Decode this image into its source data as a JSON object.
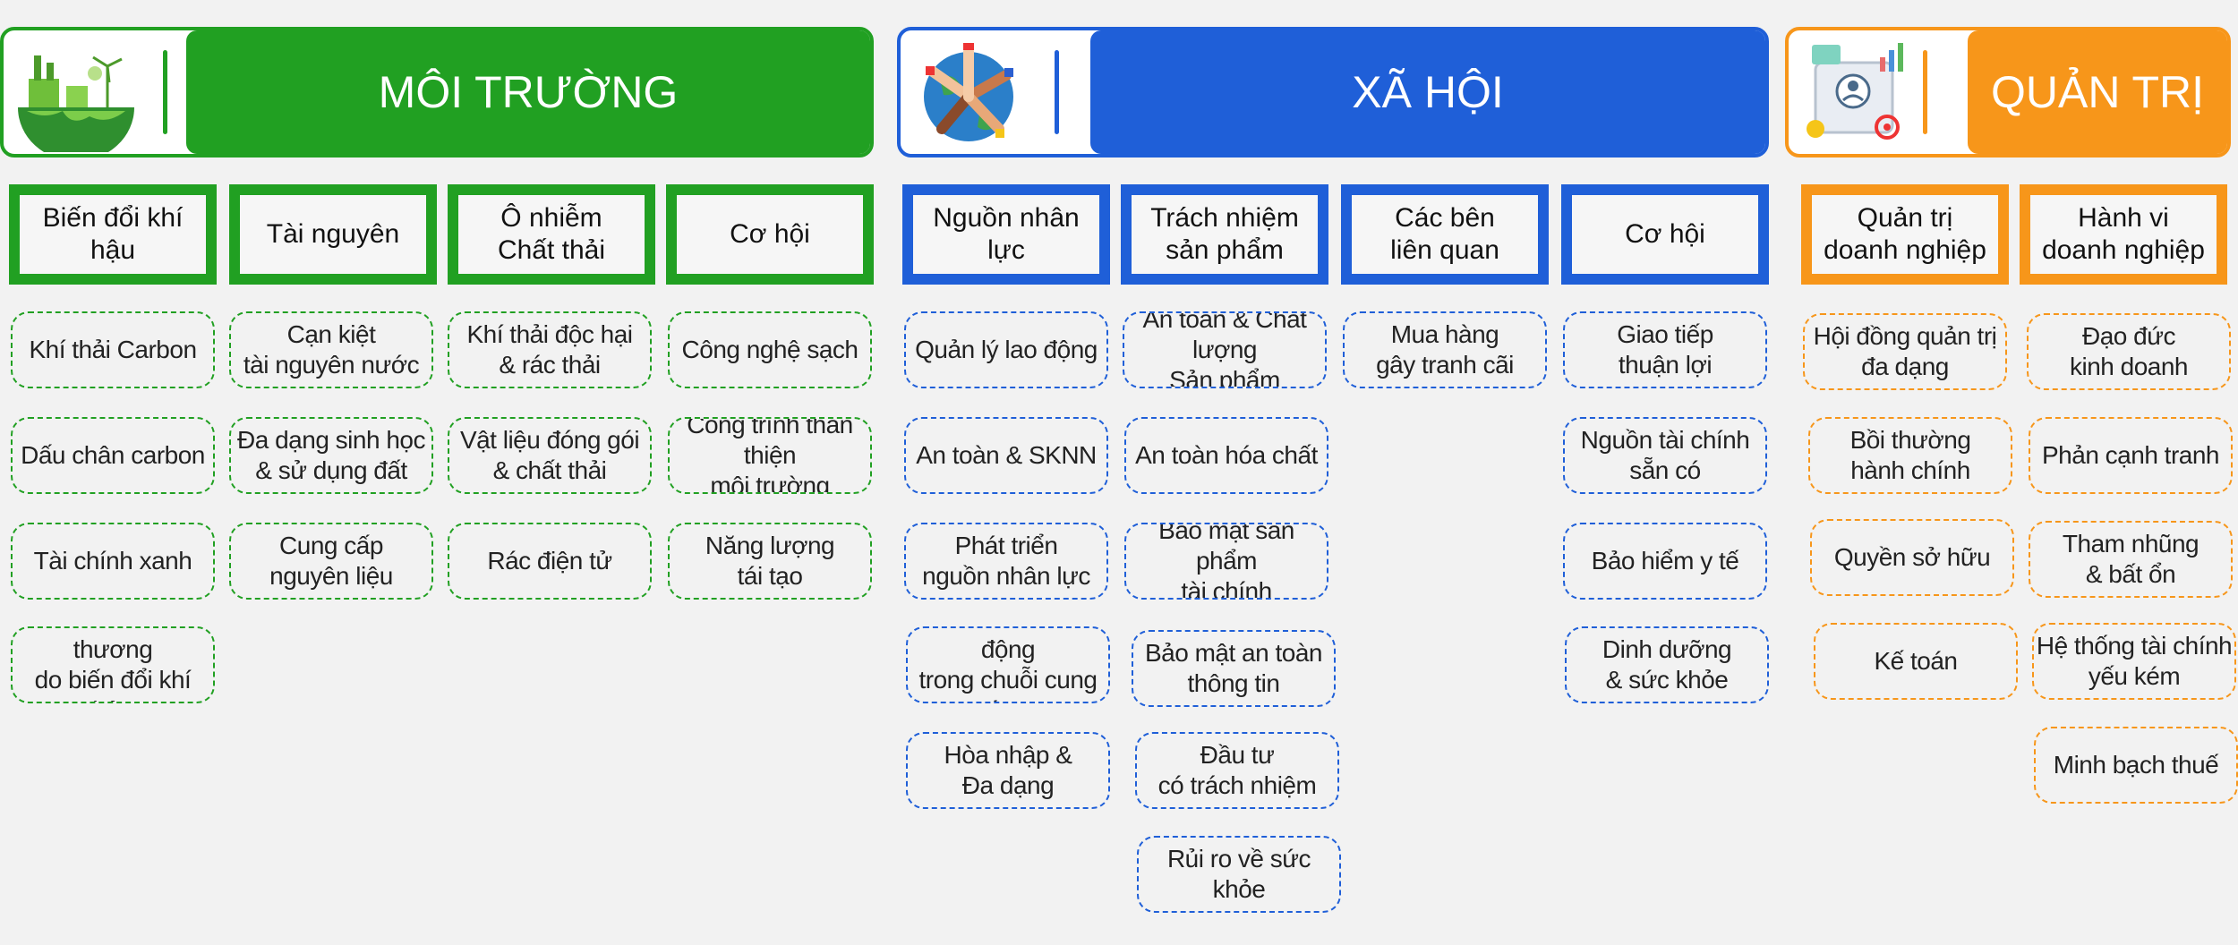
{
  "colors": {
    "environment": "#21a022",
    "social": "#1f5fd8",
    "governance": "#f7961a"
  },
  "pillars": [
    {
      "title": "MÔI TRƯỜNG",
      "icon": "earth-factory-icon",
      "categories": [
        {
          "label": "Biến đổi khí hậu",
          "items": [
            "Khí thải Carbon",
            "Dấu chân carbon",
            "Tài chính xanh",
            "Tính dễ tổn thương\ndo biến đổi khí hậu"
          ]
        },
        {
          "label": "Tài nguyên",
          "items": [
            "Cạn kiệt\ntài nguyên nước",
            "Đa dạng sinh học\n& sử dụng đất",
            "Cung cấp\nnguyên liệu"
          ]
        },
        {
          "label": "Ô nhiễm\nChất thải",
          "items": [
            "Khí thải độc hại\n& rác thải",
            "Vật liệu đóng gói\n& chất thải",
            "Rác điện tử"
          ]
        },
        {
          "label": "Cơ hội",
          "items": [
            "Công nghệ sạch",
            "Công trình thân thiện\nmôi trường",
            "Năng lượng\ntái tạo"
          ]
        }
      ]
    },
    {
      "title": "XÃ HỘI",
      "icon": "hands-globe-icon",
      "categories": [
        {
          "label": "Nguồn nhân lực",
          "items": [
            "Quản lý lao động",
            "An toàn & SKNN",
            "Phát triển\nnguồn nhân lực",
            "Tiêu chuẩn lao động\ntrong chuỗi cung ứng",
            "Hòa nhập &\nĐa dạng"
          ]
        },
        {
          "label": "Trách nhiệm\nsản phẩm",
          "items": [
            "An toàn & Chất lượng\nSản phẩm",
            "An toàn hóa chất",
            "Bảo mật sản phẩm\ntài chính",
            "Bảo mật an toàn\nthông tin",
            "Đầu tư\ncó trách nhiệm",
            "Rủi ro về sức khỏe"
          ]
        },
        {
          "label": "Các bên\nliên quan",
          "items": [
            "Mua hàng\ngây tranh cãi"
          ]
        },
        {
          "label": "Cơ hội",
          "items": [
            "Giao tiếp\nthuận lợi",
            "Nguồn tài chính\nsẵn có",
            "Bảo hiểm y tế",
            "Dinh dưỡng\n& sức khỏe"
          ]
        }
      ]
    },
    {
      "title": "QUẢN TRỊ",
      "icon": "governance-dashboard-icon",
      "categories": [
        {
          "label": "Quản trị\ndoanh nghiệp",
          "items": [
            "Hội đồng quản trị\nđa dạng",
            "Bồi thường\nhành chính",
            "Quyền sở hữu",
            "Kế toán"
          ]
        },
        {
          "label": "Hành vi\ndoanh nghiệp",
          "items": [
            "Đạo đức\nkinh doanh",
            "Phản cạnh tranh",
            "Tham nhũng\n& bất ổn",
            "Hệ thống tài chính\nyếu kém",
            "Minh bạch thuế"
          ]
        }
      ]
    }
  ]
}
